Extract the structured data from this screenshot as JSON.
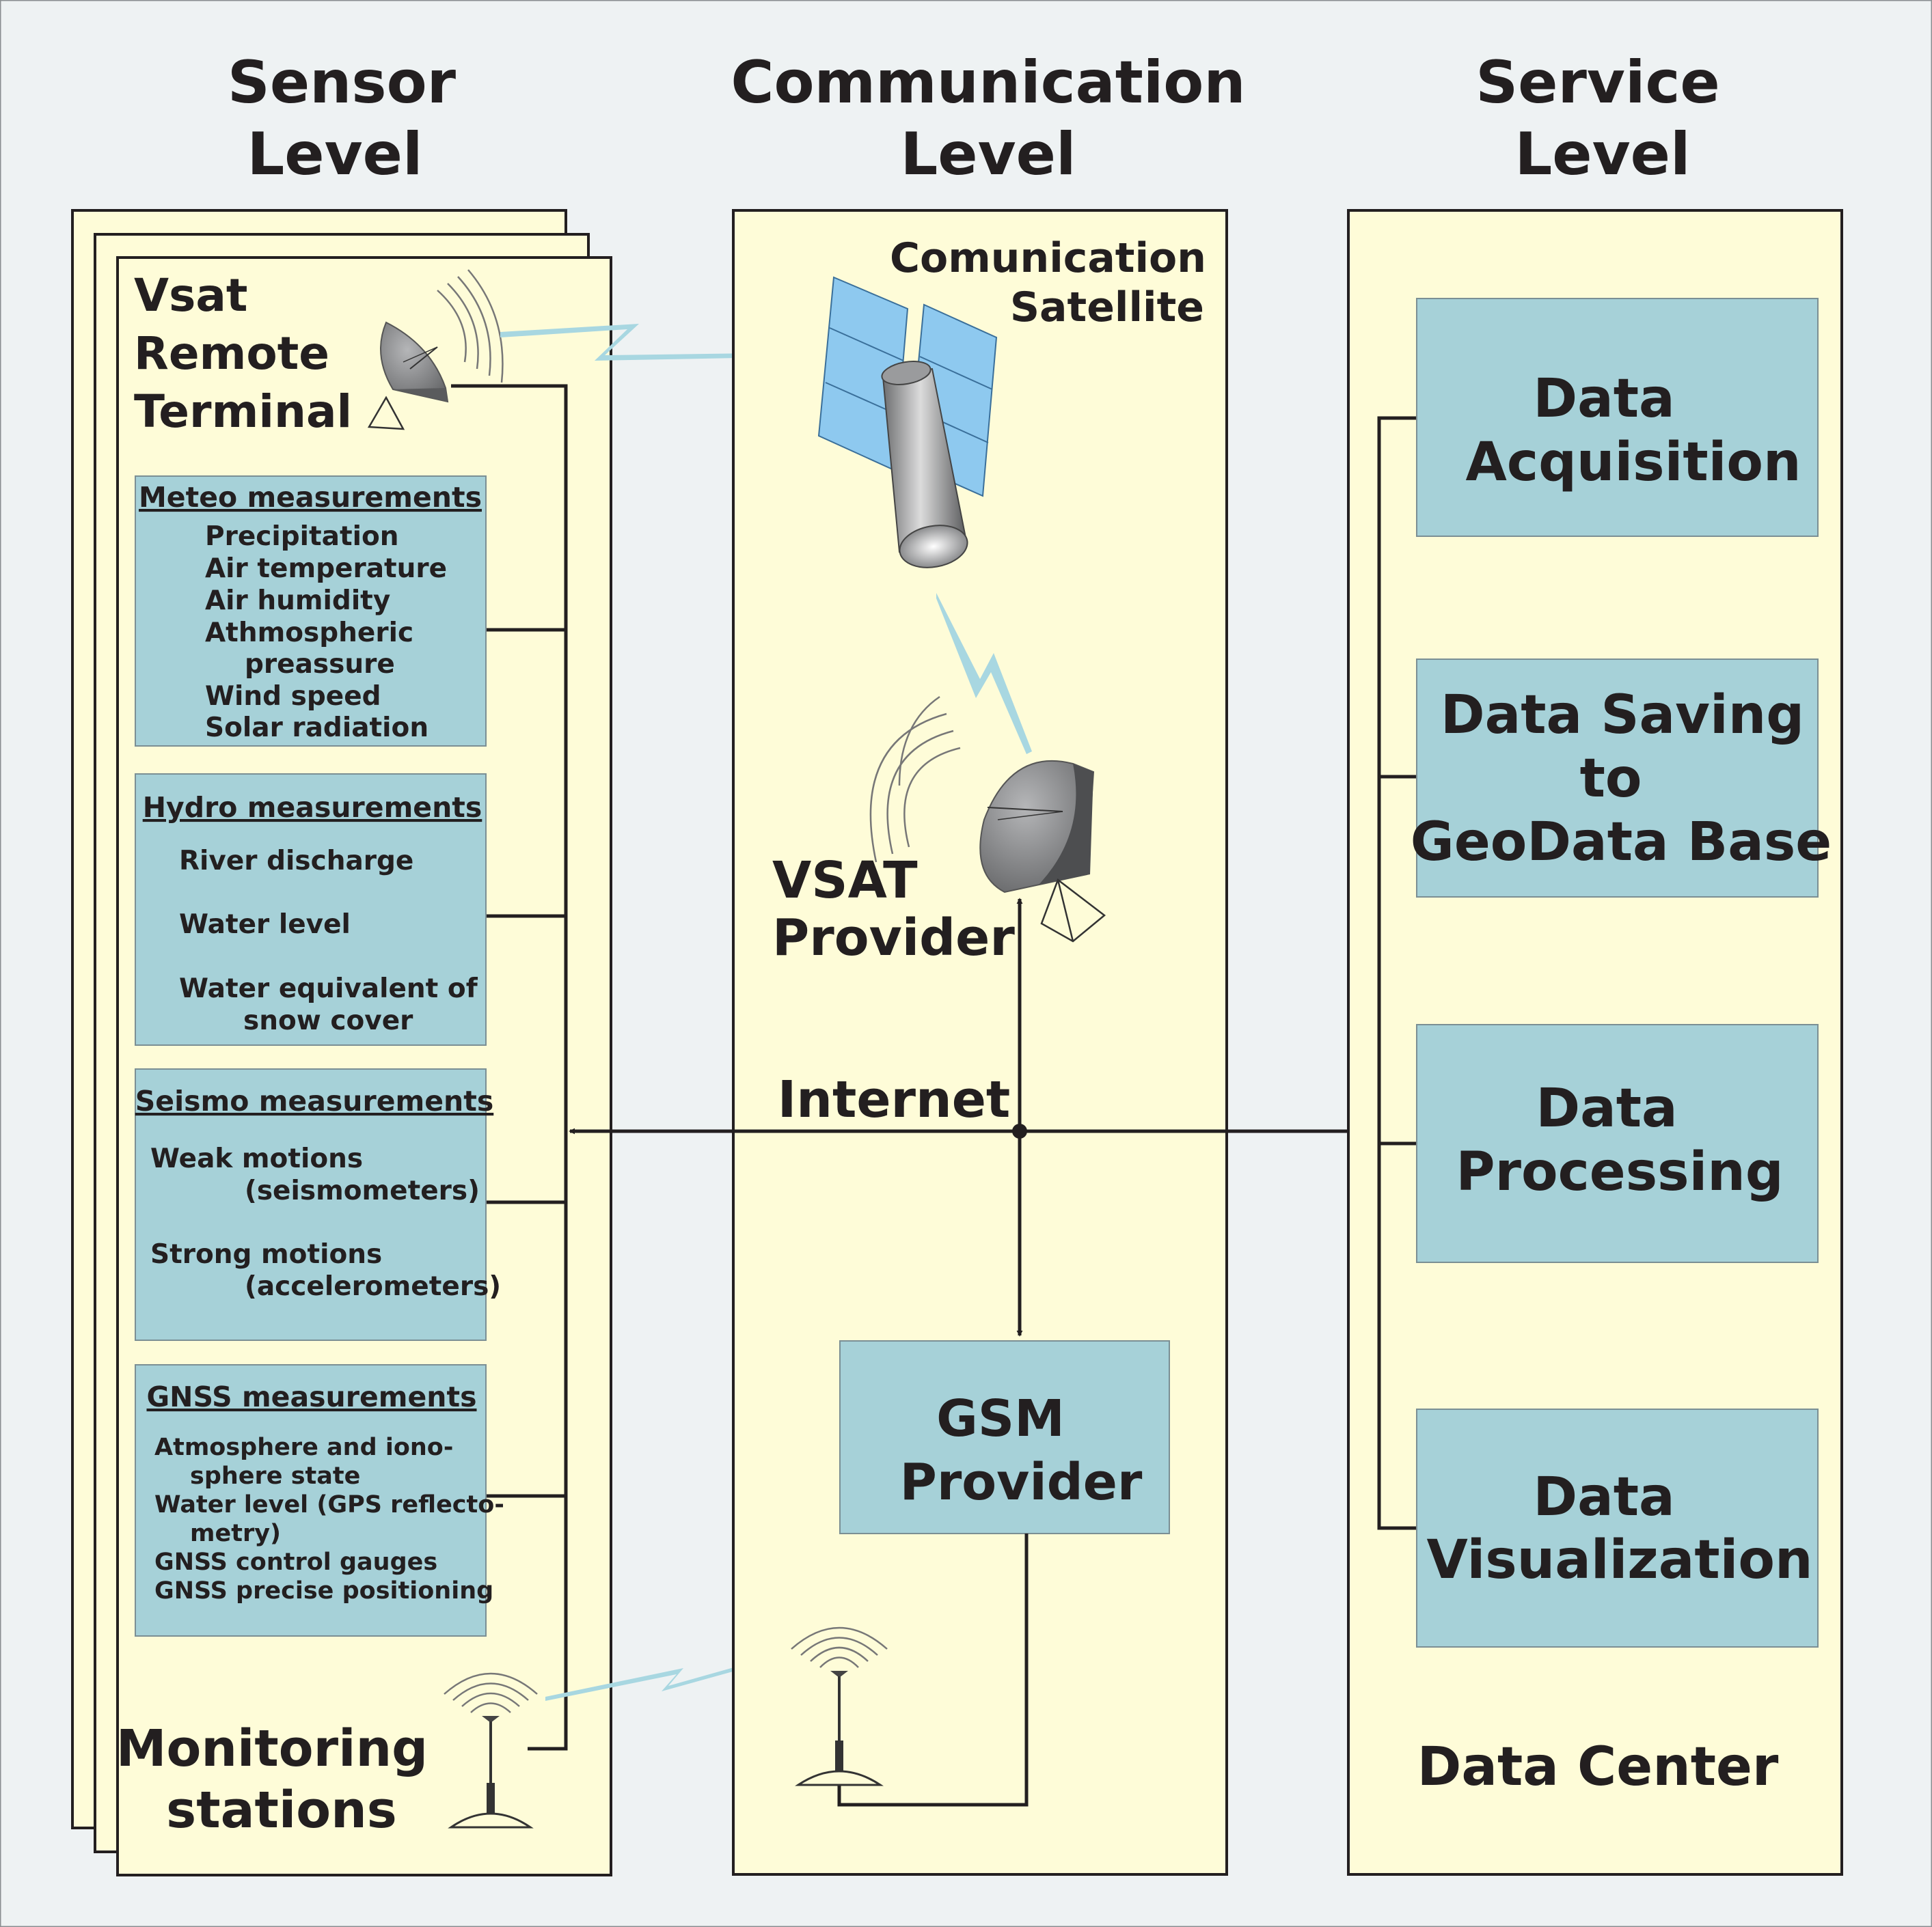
{
  "columns": {
    "sensor": {
      "line1": "Sensor",
      "line2": "Level"
    },
    "communication": {
      "line1": "Communication",
      "line2": "Level"
    },
    "service": {
      "line1": "Service",
      "line2": "Level"
    }
  },
  "sensor": {
    "terminal": [
      "Vsat",
      "Remote",
      "Terminal"
    ],
    "meteo": {
      "title": "Meteo measurements",
      "items": [
        "Precipitation",
        "Air temperature",
        "Air humidity",
        "Athmospheric",
        "preassure",
        "Wind speed",
        "Solar radiation"
      ]
    },
    "hydro": {
      "title": "Hydro measurements",
      "items": [
        "River discharge",
        "Water level",
        "Water equivalent of",
        "snow cover"
      ]
    },
    "seismo": {
      "title": "Seismo measurements",
      "items": [
        "Weak motions",
        "(seismometers)",
        "Strong motions",
        "(accelerometers)"
      ]
    },
    "gnss": {
      "title": "GNSS measurements",
      "items": [
        "Atmosphere and iono-",
        "sphere state",
        "Water level (GPS reflecto-",
        "metry)",
        "GNSS control gauges",
        "GNSS precise positioning"
      ]
    },
    "stations": [
      "Monitoring",
      "stations"
    ]
  },
  "communication": {
    "satellite": [
      "Comunication",
      "Satellite"
    ],
    "vsat_provider": [
      "VSAT",
      "Provider"
    ],
    "internet": "Internet",
    "gsm_provider": [
      "GSM",
      "Provider"
    ]
  },
  "service": {
    "acquisition": [
      "Data",
      "Acquisition"
    ],
    "saving": [
      "Data Saving",
      "to",
      "GeoData Base"
    ],
    "processing": [
      "Data",
      "Processing"
    ],
    "visualization": [
      "Data",
      "Visualization"
    ],
    "center": "Data Center"
  },
  "colors": {
    "panel": "#fefcd8",
    "box": "#a6d1d8",
    "lightning": "#a8d7e1",
    "background": "#eef2f3"
  }
}
